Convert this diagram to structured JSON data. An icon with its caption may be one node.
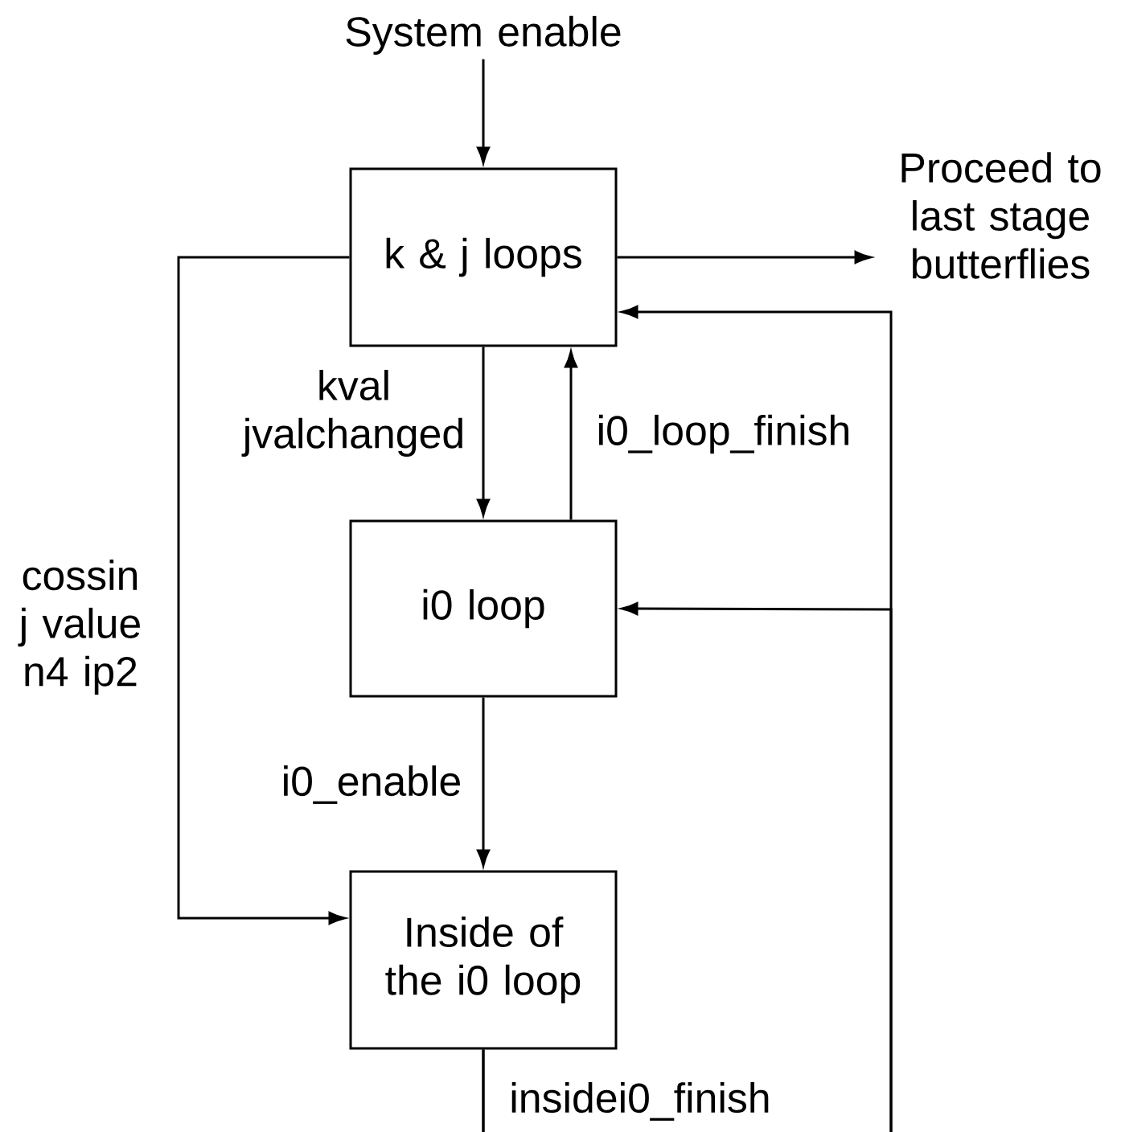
{
  "diagram": {
    "nodes": [
      {
        "text": [
          "System enable"
        ]
      },
      {
        "text": [
          "k & j loops"
        ]
      },
      {
        "text": [
          "Proceed to last stage butterflies"
        ]
      },
      {
        "text": [
          "i0 loop"
        ]
      },
      {
        "text": [
          "Inside of the i0 loop"
        ]
      }
    ],
    "edges": [
      {
        "from": 0,
        "to": 1,
        "arrow": "to"
      },
      {
        "from": 1,
        "to": 2,
        "arrow": "to"
      },
      {
        "from": 1,
        "to": 3,
        "arrow": "to",
        "label": "kval jvalchanged"
      },
      {
        "from": 3,
        "to": 1,
        "arrow": "to",
        "label": "i0_loop_finish"
      },
      {
        "from": 3,
        "to": 4,
        "arrow": "to",
        "label": "i0_enable"
      },
      {
        "from": 1,
        "to": 4,
        "arrow": "to",
        "label": "cossin j value n4 ip2"
      },
      {
        "from": 4,
        "to": 1,
        "arrow": "to",
        "label": "insidei0_finish"
      },
      {
        "from": 4,
        "to": 3,
        "arrow": "to"
      }
    ]
  }
}
